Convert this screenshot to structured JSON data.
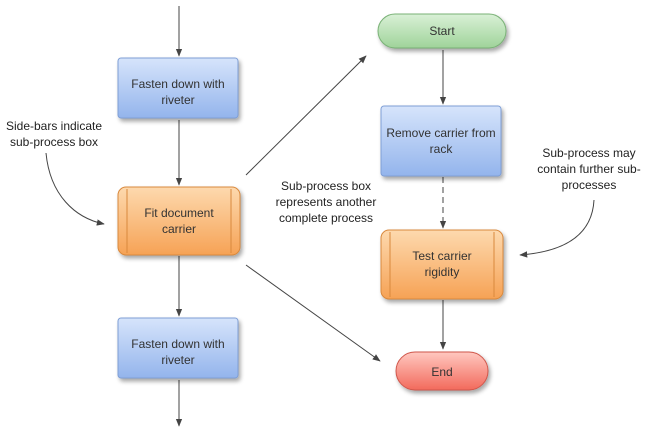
{
  "nodes": {
    "fasten_top": [
      "Fasten down with",
      "riveter"
    ],
    "fit_document": [
      "Fit document",
      "carrier"
    ],
    "fasten_bottom": [
      "Fasten down with",
      "riveter"
    ],
    "start": [
      "Start"
    ],
    "remove_carrier": [
      "Remove carrier from",
      "rack"
    ],
    "test_carrier": [
      "Test carrier",
      "rigidity"
    ],
    "end": [
      "End"
    ]
  },
  "annotations": {
    "sidebars": [
      "Side-bars indicate",
      "sub-process box"
    ],
    "subprocess_box": [
      "Sub-process box",
      "represents another",
      "complete process"
    ],
    "further": [
      "Sub-process may",
      "contain further sub-",
      "processes"
    ]
  },
  "colors": {
    "process_fill_top": "#d6e4fb",
    "process_fill_bottom": "#93b4ec",
    "process_stroke": "#7f9fd6",
    "subprocess_fill_top": "#fdd9ae",
    "subprocess_fill_bottom": "#f6a255",
    "subprocess_stroke": "#d9893d",
    "start_fill_top": "#d9f0d6",
    "start_fill_bottom": "#9fd39a",
    "start_stroke": "#79b176",
    "end_fill_top": "#ffc8c0",
    "end_fill_bottom": "#f26a5c",
    "end_stroke": "#d0574b",
    "connector": "#444444"
  }
}
